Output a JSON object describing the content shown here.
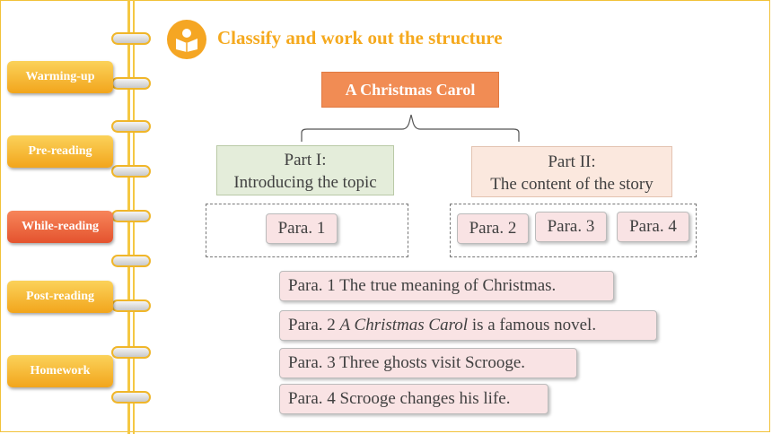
{
  "nav": {
    "items": [
      {
        "label": "Warming-up"
      },
      {
        "label": "Pre-reading"
      },
      {
        "label": "While-reading"
      },
      {
        "label": "Post-reading"
      },
      {
        "label": "Homework"
      }
    ],
    "active": "While-reading"
  },
  "header": {
    "icon": "reader-icon",
    "title": "Classify and work out the structure"
  },
  "diagram": {
    "root": "A Christmas Carol",
    "part1": {
      "line1": "Part I:",
      "line2": "Introducing the topic"
    },
    "part2": {
      "line1": "Part II:",
      "line2": "The content of the story"
    },
    "slots": {
      "p1": "Para. 1",
      "p2": "Para. 2",
      "p3": "Para. 3",
      "p4": "Para. 4"
    }
  },
  "descriptions": [
    {
      "para": "Para. 1",
      "text": " The true meaning of Christmas."
    },
    {
      "para": "Para. 2",
      "italic": "A Christmas Carol",
      "text": " is a famous novel."
    },
    {
      "para": "Para. 3",
      "text": " Three ghosts visit Scrooge."
    },
    {
      "para": "Para. 4",
      "text": " Scrooge changes his life."
    }
  ],
  "colors": {
    "accent": "#f5a91e",
    "active_nav": "#e4532e",
    "root_box": "#f18c54"
  }
}
